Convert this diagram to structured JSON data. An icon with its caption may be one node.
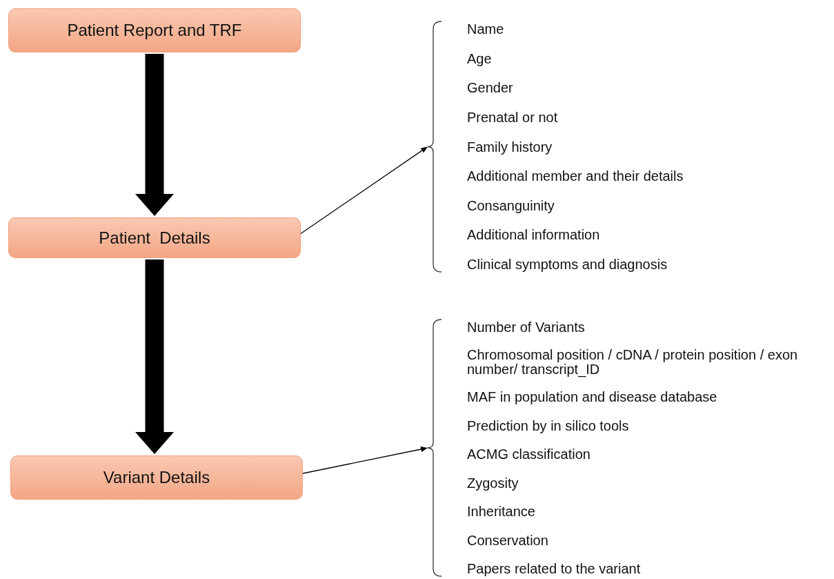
{
  "diagram": {
    "nodes": [
      {
        "text": [
          "Patient Report and TRF"
        ]
      },
      {
        "text": [
          "Patient  Details"
        ]
      },
      {
        "text": [
          "Variant Details"
        ]
      },
      {
        "text": [
          "Name",
          "Age",
          "Gender",
          "Prenatal or not",
          "Family history",
          "Additional member and their details",
          "Consanguinity",
          "Additional information",
          "Clinical symptoms and diagnosis"
        ]
      },
      {
        "text": [
          "Number of Variants",
          "Chromosomal position / cDNA / protein position / exon number/ transcript_ID",
          "MAF in population and disease database",
          "Prediction by in silico tools",
          "ACMG classification",
          "Zygosity",
          "Inheritance",
          "Conservation",
          "Papers related to the variant"
        ]
      }
    ],
    "edges": [
      {
        "from": 0,
        "to": 1,
        "arrow": "to",
        "style": "thick"
      },
      {
        "from": 1,
        "to": 2,
        "arrow": "to",
        "style": "thick"
      },
      {
        "from": 1,
        "to": 3,
        "arrow": "to"
      },
      {
        "from": 2,
        "to": 4,
        "arrow": "to"
      }
    ]
  }
}
